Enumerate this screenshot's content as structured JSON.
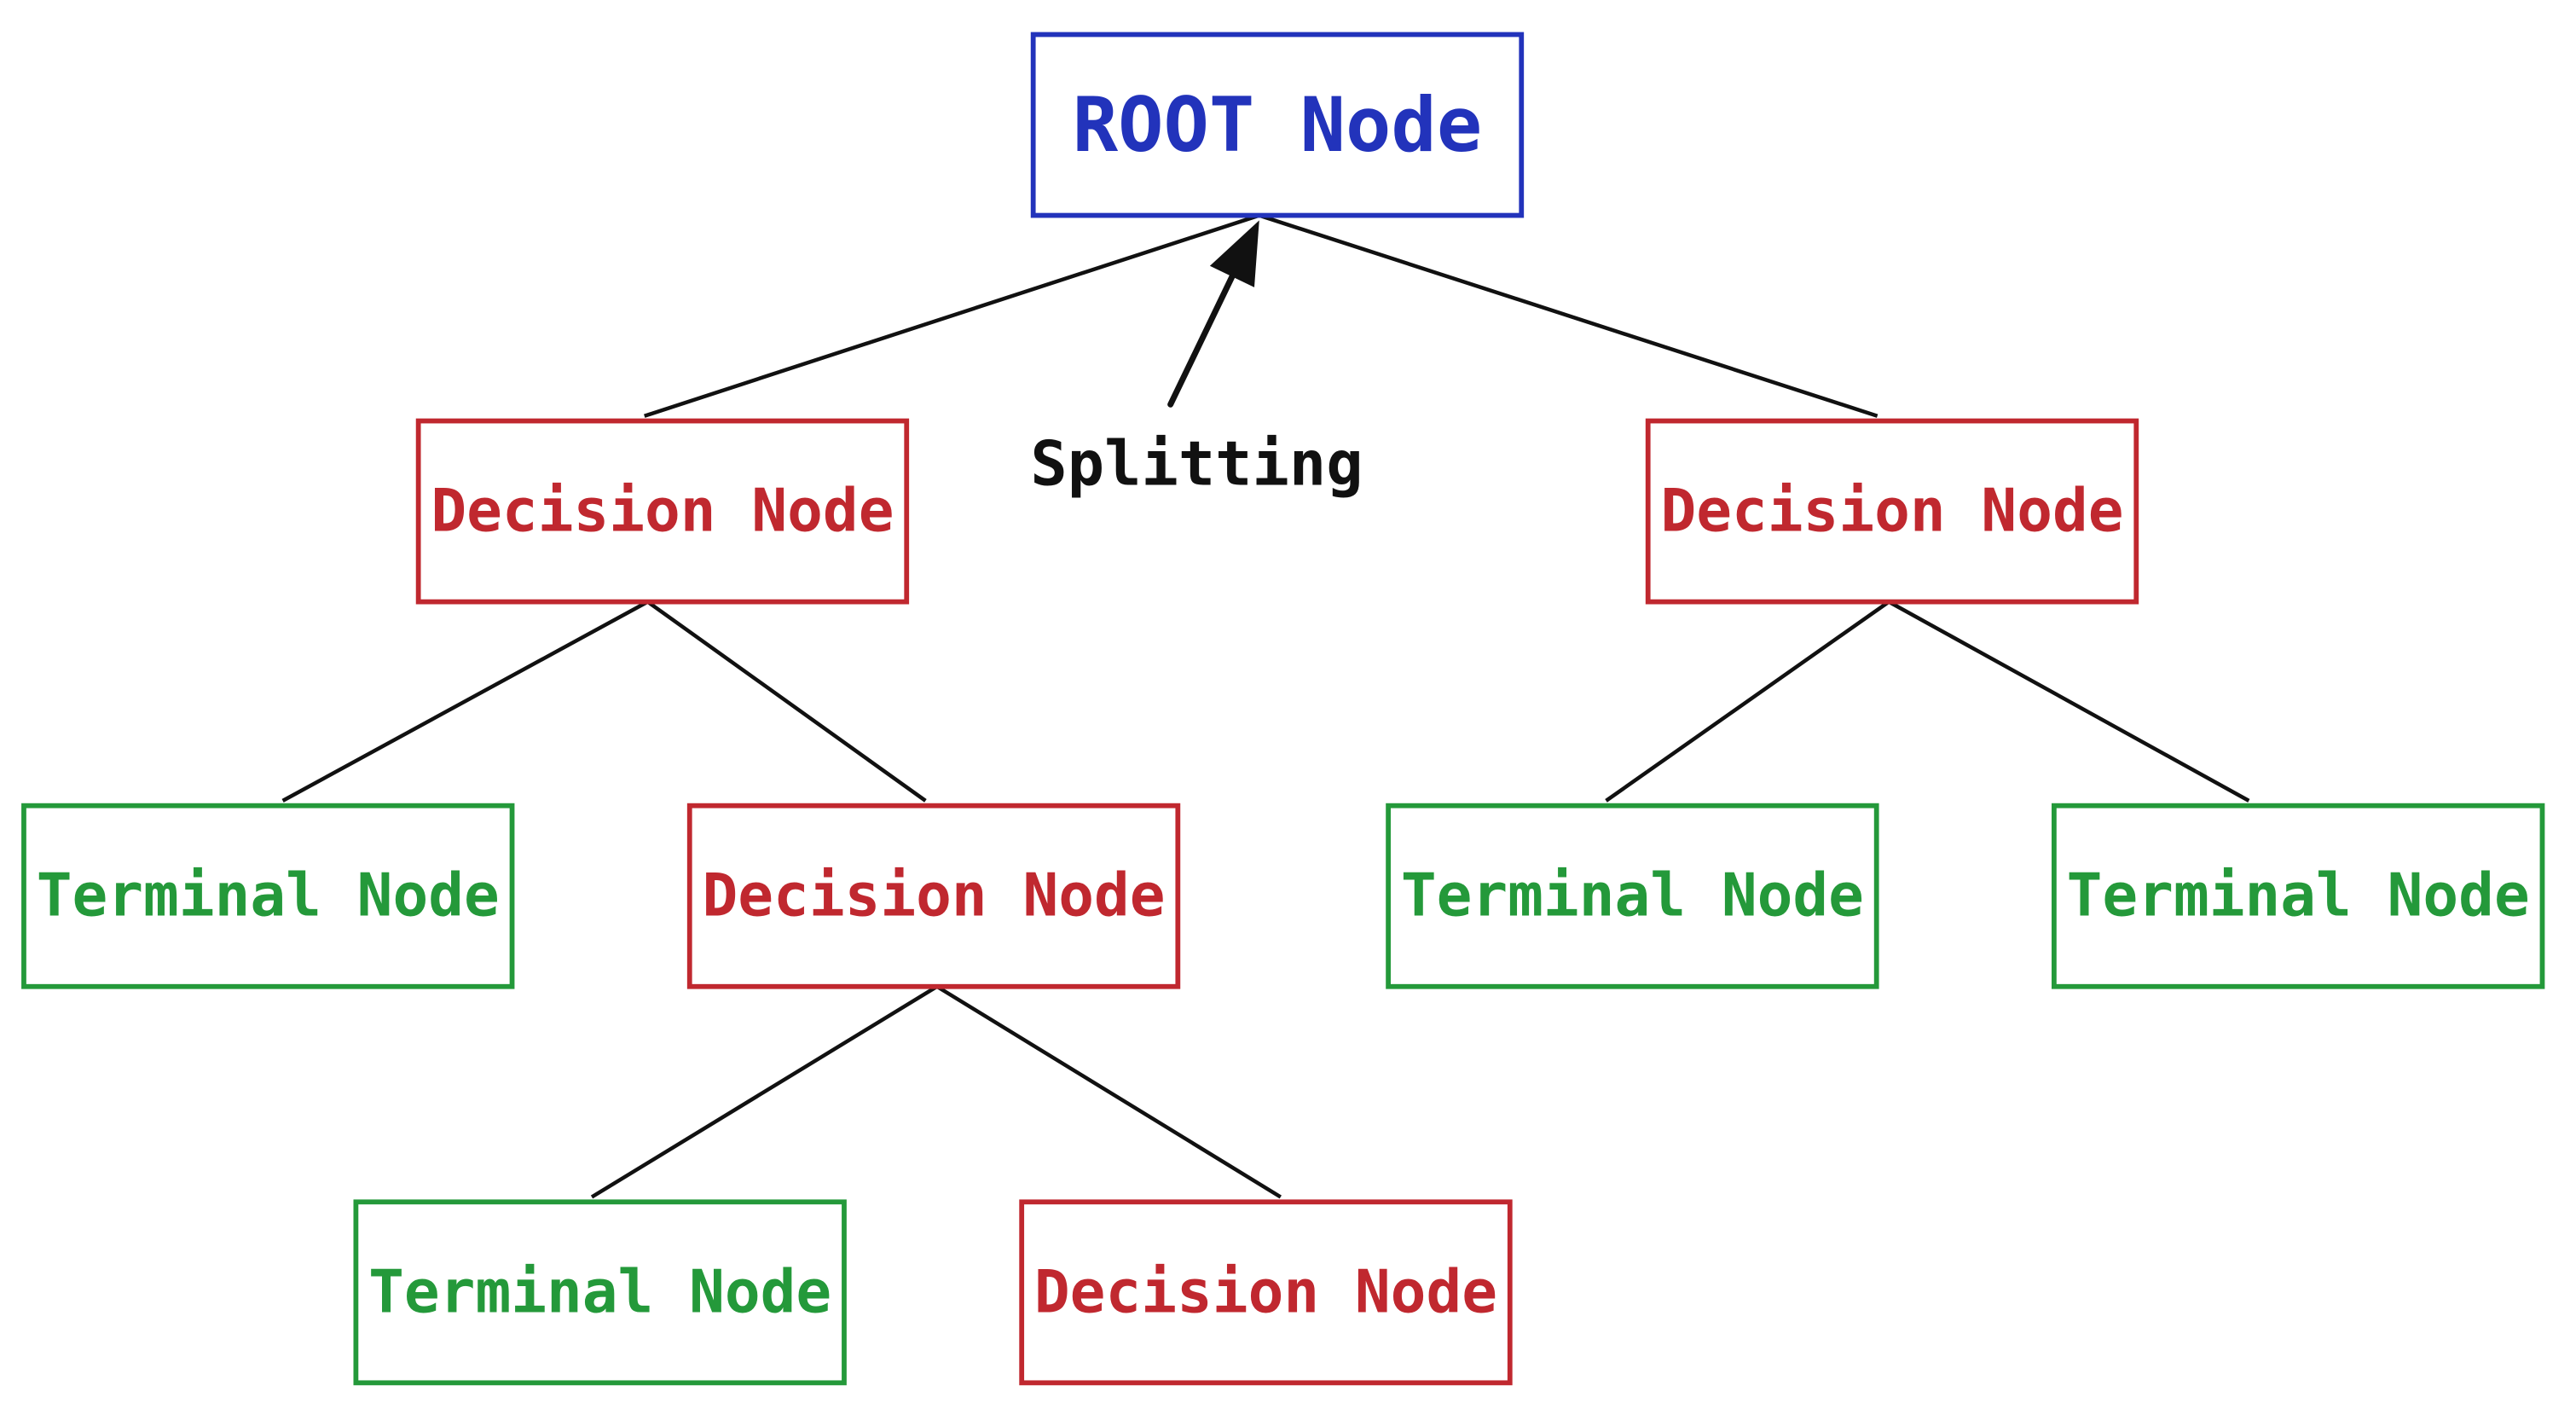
{
  "colors": {
    "root": "#2233bb",
    "decision": "#c0282f",
    "terminal": "#24993a",
    "edge": "#111111",
    "background": "#ffffff"
  },
  "nodes": [
    {
      "id": "root",
      "kind": "root",
      "label": "ROOT Node"
    },
    {
      "id": "d1",
      "kind": "decision",
      "label": "Decision Node"
    },
    {
      "id": "d2",
      "kind": "decision",
      "label": "Decision Node"
    },
    {
      "id": "t1",
      "kind": "terminal",
      "label": "Terminal Node"
    },
    {
      "id": "d3",
      "kind": "decision",
      "label": "Decision Node"
    },
    {
      "id": "t2",
      "kind": "terminal",
      "label": "Terminal Node"
    },
    {
      "id": "t3",
      "kind": "terminal",
      "label": "Terminal Node"
    },
    {
      "id": "t4",
      "kind": "terminal",
      "label": "Terminal Node"
    },
    {
      "id": "d4",
      "kind": "decision",
      "label": "Decision Node"
    }
  ],
  "edges": [
    {
      "from": "root",
      "to": "d1"
    },
    {
      "from": "root",
      "to": "d2"
    },
    {
      "from": "d1",
      "to": "t1"
    },
    {
      "from": "d1",
      "to": "d3"
    },
    {
      "from": "d2",
      "to": "t2"
    },
    {
      "from": "d2",
      "to": "t3"
    },
    {
      "from": "d3",
      "to": "t4"
    },
    {
      "from": "d3",
      "to": "d4"
    }
  ],
  "annotation": {
    "label": "Splitting",
    "icon": "arrow-up-icon"
  }
}
